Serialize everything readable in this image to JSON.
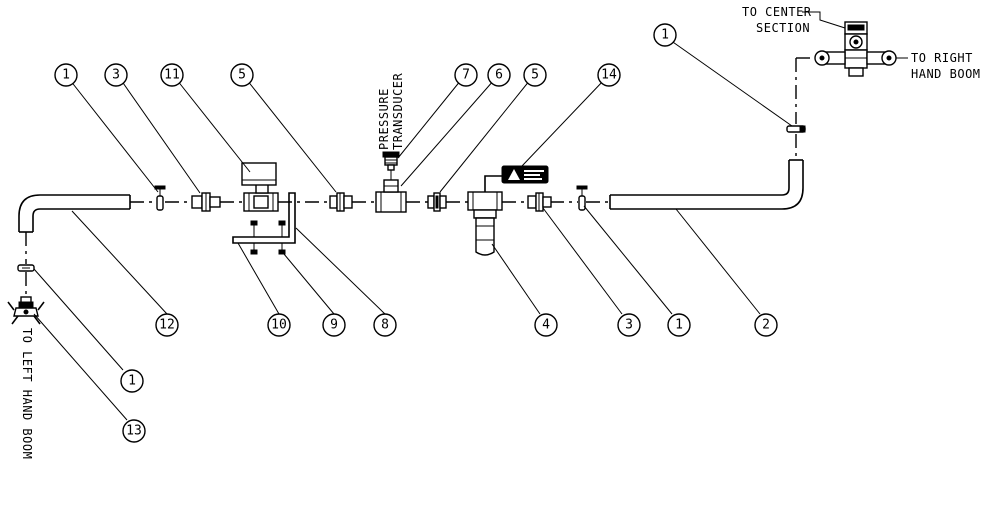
{
  "labels": {
    "pressure_transducer_1": "PRESSURE",
    "pressure_transducer_2": "TRANSDUCER",
    "to_center_1": "TO CENTER",
    "to_center_2": "SECTION",
    "to_right_1": "TO RIGHT",
    "to_right_2": "HAND BOOM",
    "to_left": "TO LEFT HAND BOOM"
  },
  "callouts": [
    {
      "id": "c1a",
      "num": "1"
    },
    {
      "id": "c3a",
      "num": "3"
    },
    {
      "id": "c11",
      "num": "11"
    },
    {
      "id": "c5a",
      "num": "5"
    },
    {
      "id": "c7",
      "num": "7"
    },
    {
      "id": "c6",
      "num": "6"
    },
    {
      "id": "c5b",
      "num": "5"
    },
    {
      "id": "c14",
      "num": "14"
    },
    {
      "id": "c1b",
      "num": "1"
    },
    {
      "id": "c12",
      "num": "12"
    },
    {
      "id": "c10",
      "num": "10"
    },
    {
      "id": "c9",
      "num": "9"
    },
    {
      "id": "c8",
      "num": "8"
    },
    {
      "id": "c4",
      "num": "4"
    },
    {
      "id": "c3b",
      "num": "3"
    },
    {
      "id": "c1c",
      "num": "1"
    },
    {
      "id": "c2",
      "num": "2"
    },
    {
      "id": "c1d",
      "num": "1"
    },
    {
      "id": "c13",
      "num": "13"
    }
  ]
}
